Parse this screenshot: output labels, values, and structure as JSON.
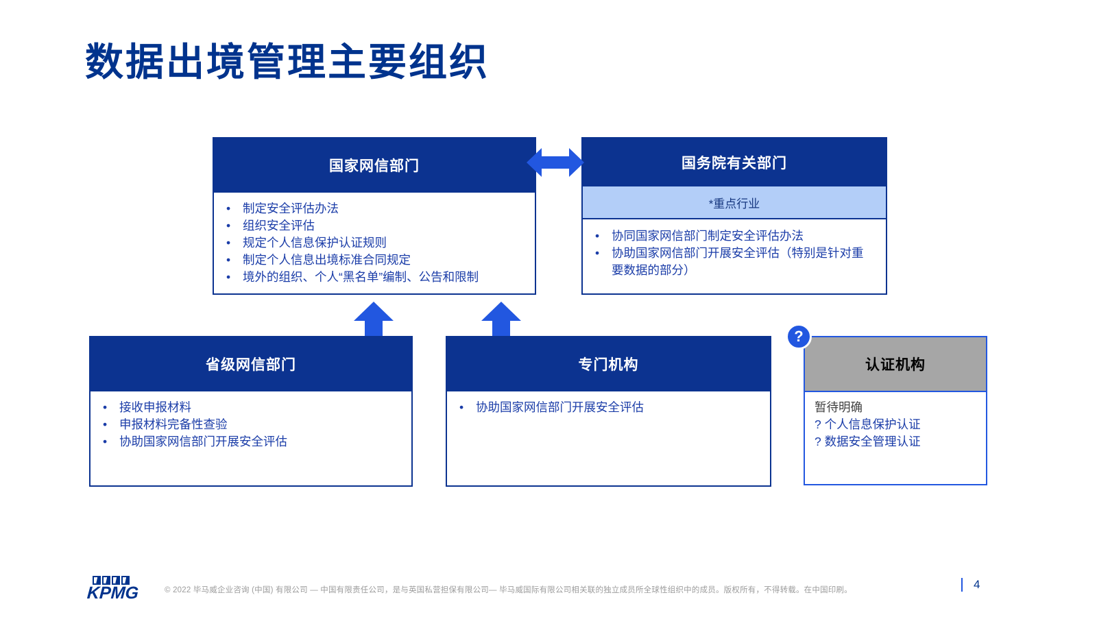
{
  "title": "数据出境管理主要组织",
  "colors": {
    "navy": "#0c3390",
    "kpmg_blue": "#00338d",
    "arrow_blue": "#2257e0",
    "light_blue_band": "#b3cef8",
    "bullet_text": "#1b3da8",
    "gray_header": "#a6a6a6"
  },
  "boxes": {
    "cac": {
      "header": "国家网信部门",
      "bullets": [
        "制定安全评估办法",
        "组织安全评估",
        "规定个人信息保护认证规则",
        "制定个人信息出境标准合同规定",
        "境外的组织、个人“黑名单”编制、公告和限制"
      ]
    },
    "state_council": {
      "header": "国务院有关部门",
      "subheader": "*重点行业",
      "bullets": [
        "协同国家网信部门制定安全评估办法",
        "协助国家网信部门开展安全评估（特别是针对重要数据的部分）"
      ]
    },
    "provincial": {
      "header": "省级网信部门",
      "bullets": [
        "接收申报材料",
        "申报材料完备性查验",
        "协助国家网信部门开展安全评估"
      ]
    },
    "special_agency": {
      "header": "专门机构",
      "bullets": [
        "协助国家网信部门开展安全评估"
      ]
    },
    "certification": {
      "badge": "?",
      "header": "认证机构",
      "note": "暂待明确",
      "items": [
        "?  个人信息保护认证",
        "?  数据安全管理认证"
      ]
    }
  },
  "footer": {
    "logo": "KPMG",
    "copyright": "© 2022 毕马威企业咨询 (中国) 有限公司 — 中国有限责任公司，是与英国私营担保有限公司— 毕马威国际有限公司相关联的独立成员所全球性组织中的成员。版权所有，不得转载。在中国印刷。",
    "page_number": "4"
  }
}
